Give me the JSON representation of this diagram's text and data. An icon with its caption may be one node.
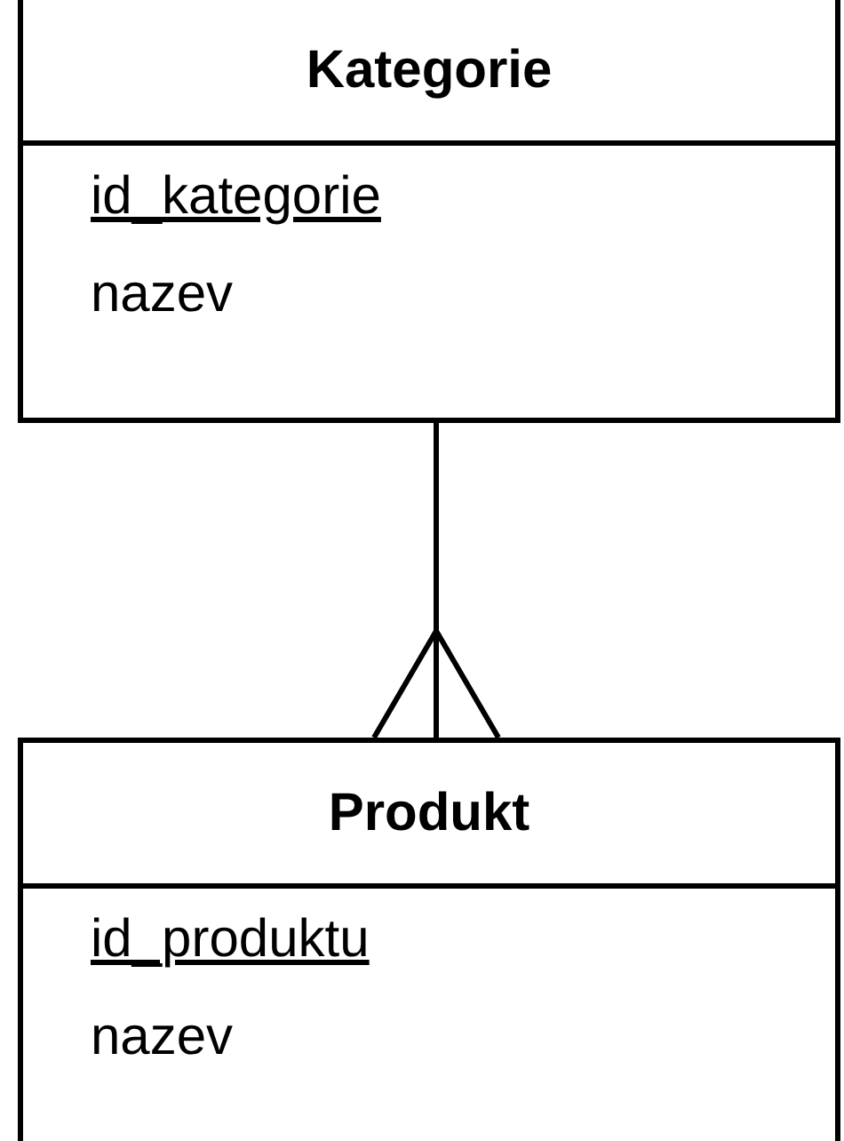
{
  "diagram": {
    "nodes": [
      {
        "text": [
          "Kategorie",
          "id_kategorie",
          "nazev"
        ]
      },
      {
        "text": [
          "Produkt",
          "id_produktu",
          "nazev"
        ]
      }
    ],
    "edges": [
      {
        "from": 0,
        "to": 1,
        "arrow": "other"
      }
    ]
  }
}
